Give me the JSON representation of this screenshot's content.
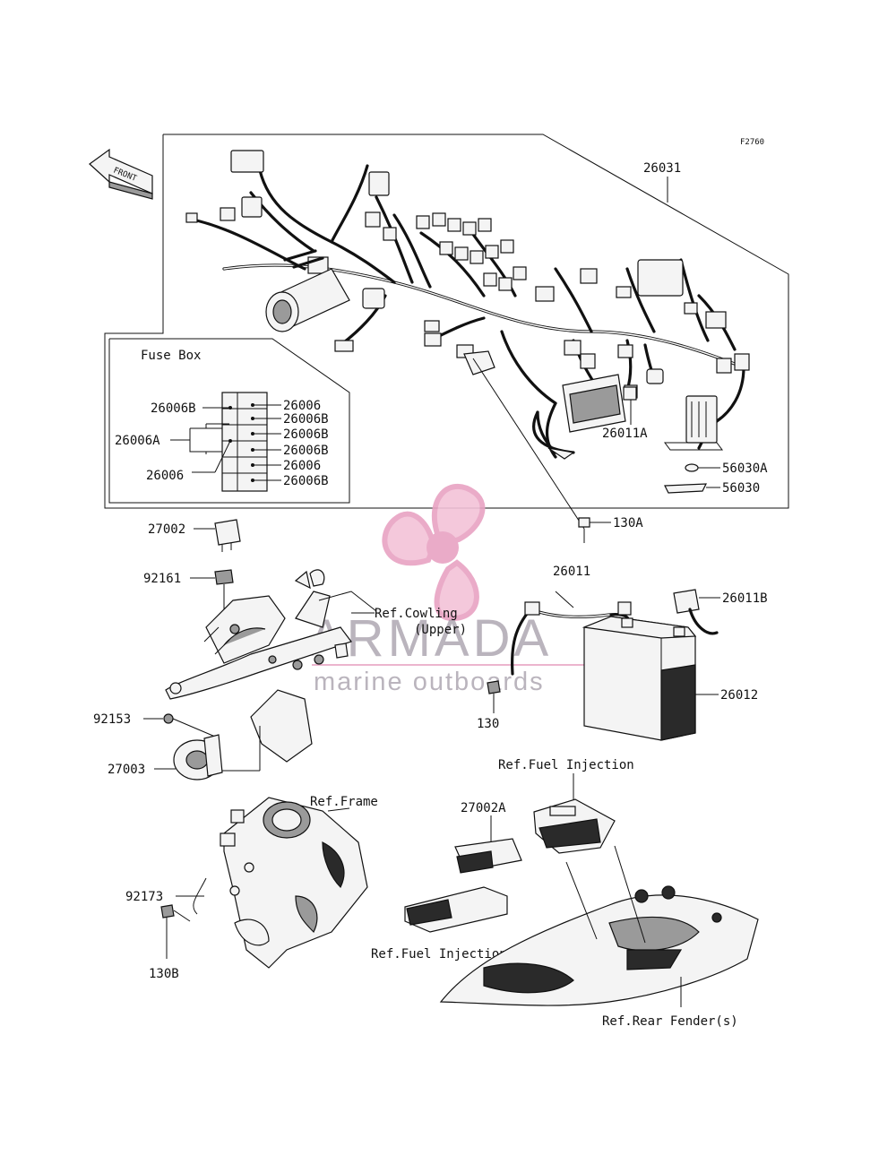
{
  "figure_code": "F2760",
  "front_label": "FRONT",
  "fuse_box": {
    "title": "Fuse Box",
    "left_labels": [
      "26006B",
      "26006A",
      "26006"
    ],
    "right_labels": [
      "26006",
      "26006B",
      "26006B",
      "26006B",
      "26006",
      "26006B"
    ]
  },
  "callouts": {
    "harness": "26031",
    "connector_a": "26011A",
    "pad_a": "56030A",
    "pad": "56030",
    "bolt_a": "130A",
    "relay": "27002",
    "clip": "92161",
    "battery_lead": "26011",
    "battery_lead_b": "26011B",
    "ref_cowling_1": "Ref.Cowling",
    "ref_cowling_2": "(Upper)",
    "battery": "26012",
    "nut": "92153",
    "bolt": "130",
    "horn": "27003",
    "ref_frame": "Ref.Frame",
    "ref_fuel_top": "Ref.Fuel Injection",
    "relay_a": "27002A",
    "band": "92173",
    "bolt_b": "130B",
    "ref_fuel_bottom": "Ref.Fuel Injection",
    "ref_fender": "Ref.Rear Fender(s)"
  },
  "watermark": {
    "brand": "ARMADA",
    "tagline": "marine outboards",
    "logo_color": "#e8a3c3",
    "text_color": "#a39ca7"
  }
}
